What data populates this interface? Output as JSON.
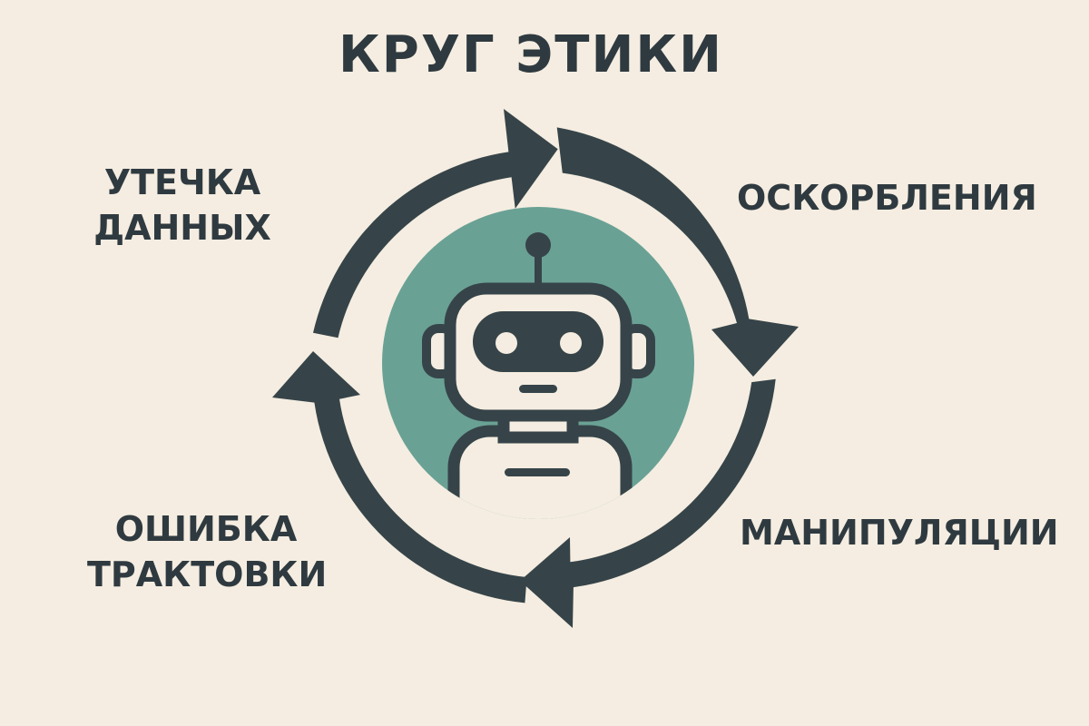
{
  "title": "КРУГ ЭТИКИ",
  "labels": {
    "top_left": [
      "УТЕЧКА",
      "ДАННЫХ"
    ],
    "top_right": "ОСКОРБЛЕНИЯ",
    "bottom_left": [
      "ОШИБКА",
      "ТРАКТОВКИ"
    ],
    "bottom_right": "МАНИПУЛЯЦИИ"
  },
  "center_icon": "robot-icon",
  "colors": {
    "background": "#f5ede1",
    "arrows": "#364449",
    "disc": "#6aa195",
    "robot_body": "#f5ede1",
    "text": "#2f3a40"
  }
}
